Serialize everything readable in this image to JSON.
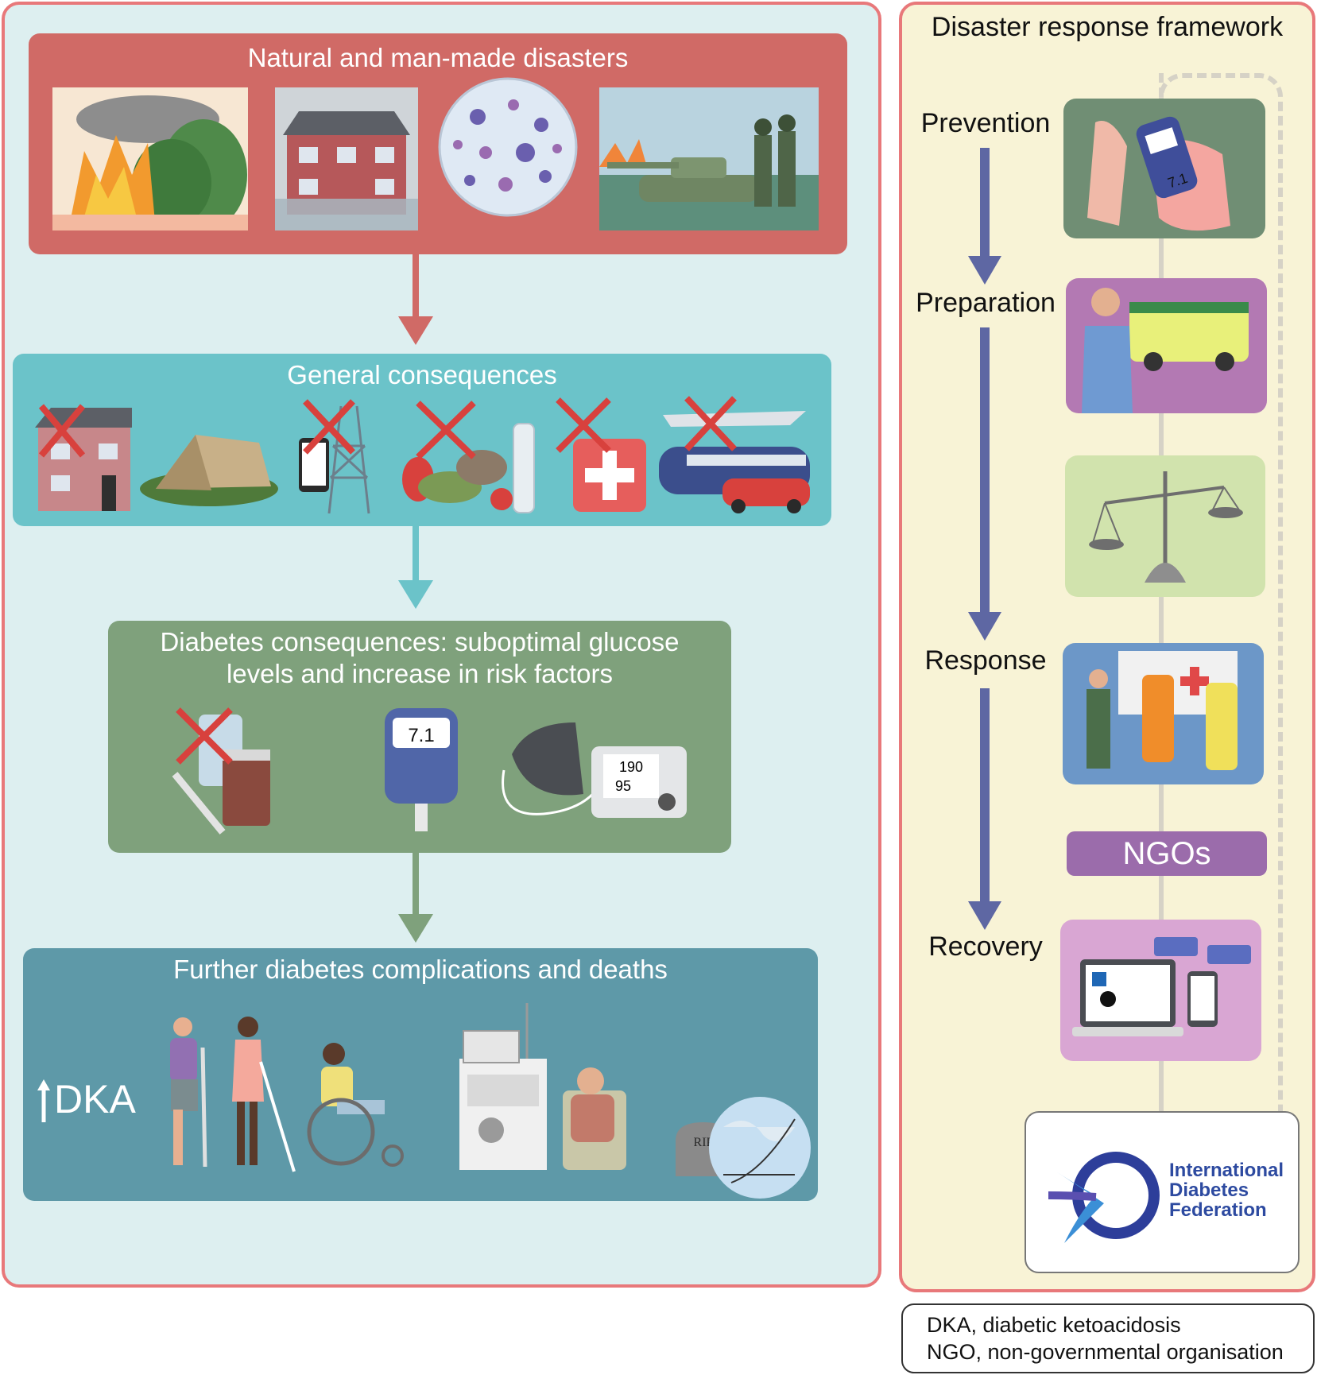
{
  "left_panel": {
    "disasters": {
      "title": "Natural and man-made disasters",
      "color": "#d06a66"
    },
    "general": {
      "title": "General consequences",
      "color": "#6bc3c9"
    },
    "diabetes": {
      "title_line1": "Diabetes consequences: suboptimal glucose",
      "title_line2": "levels and increase in risk factors",
      "color": "#7fa17c",
      "glucose_reading": "7.1",
      "bp_systolic": "190",
      "bp_diastolic": "95"
    },
    "complications": {
      "title": "Further diabetes complications and deaths",
      "color": "#5e99a8",
      "dka": "DKA",
      "rip": "RIP"
    }
  },
  "right_panel": {
    "title": "Disaster response framework",
    "stages": [
      {
        "label": "Prevention"
      },
      {
        "label": "Preparation"
      },
      {
        "label": "Response"
      },
      {
        "label": "Recovery"
      }
    ],
    "ngos": "NGOs",
    "meter_reading": "7.1",
    "logo": {
      "line1": "International",
      "line2": "Diabetes",
      "line3": "Federation"
    }
  },
  "legend": {
    "line1": "DKA, diabetic ketoacidosis",
    "line2": "NGO, non-governmental organisation"
  },
  "icons": [
    "fire-icon",
    "flood-house-icon",
    "virus-icon",
    "war-tank-icon",
    "house-icon",
    "tent-icon",
    "phone-tower-icon",
    "food-icon",
    "first-aid-icon",
    "transport-icon",
    "medication-icon",
    "glucose-meter-icon",
    "blood-pressure-icon",
    "amputee-icon",
    "blind-person-icon",
    "wheelchair-icon",
    "dialysis-icon",
    "gravestone-icon",
    "globe-trend-icon",
    "ambulance-icon",
    "scales-icon",
    "rescue-workers-icon",
    "laptop-social-icon",
    "idf-logo-icon"
  ]
}
